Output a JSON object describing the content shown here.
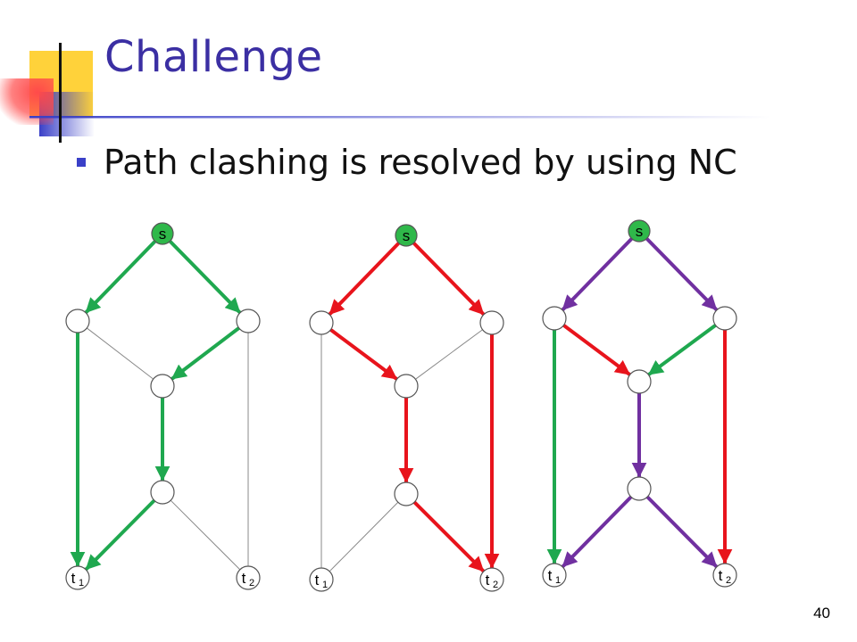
{
  "slide": {
    "title": "Challenge",
    "bullet": "Path clashing is resolved by using NC",
    "page_number": "40"
  },
  "colors": {
    "title": "#3b2fa3",
    "bullet": "#3a40c8",
    "green": "#1fa84f",
    "red": "#e8141c",
    "purple": "#7030a0",
    "plain": "#888888",
    "source_fill": "#2fb84a",
    "deco_yellow": "#ffd23a",
    "deco_red": "#ff4a4a",
    "deco_blue": "#3a40c8"
  },
  "labels": {
    "source": "s",
    "sink1_main": "t",
    "sink1_sub": "1",
    "sink2_main": "t",
    "sink2_sub": "2"
  },
  "diagrams": [
    {
      "id": "left",
      "edges": [
        {
          "from": "s",
          "to": "a",
          "color": "green",
          "arrow": true
        },
        {
          "from": "s",
          "to": "b",
          "color": "green",
          "arrow": true
        },
        {
          "from": "a",
          "to": "t1",
          "color": "green",
          "arrow": true
        },
        {
          "from": "a",
          "to": "c",
          "color": "plain",
          "arrow": false
        },
        {
          "from": "b",
          "to": "c",
          "color": "green",
          "arrow": true
        },
        {
          "from": "b",
          "to": "t2",
          "color": "plain",
          "arrow": false
        },
        {
          "from": "c",
          "to": "d",
          "color": "green",
          "arrow": true
        },
        {
          "from": "d",
          "to": "t1",
          "color": "green",
          "arrow": true
        },
        {
          "from": "d",
          "to": "t2",
          "color": "plain",
          "arrow": false
        }
      ]
    },
    {
      "id": "middle",
      "edges": [
        {
          "from": "s",
          "to": "a",
          "color": "red",
          "arrow": true
        },
        {
          "from": "s",
          "to": "b",
          "color": "red",
          "arrow": true
        },
        {
          "from": "a",
          "to": "t1",
          "color": "plain",
          "arrow": false
        },
        {
          "from": "a",
          "to": "c",
          "color": "red",
          "arrow": true
        },
        {
          "from": "b",
          "to": "c",
          "color": "plain",
          "arrow": false
        },
        {
          "from": "b",
          "to": "t2",
          "color": "red",
          "arrow": true
        },
        {
          "from": "c",
          "to": "d",
          "color": "red",
          "arrow": true
        },
        {
          "from": "d",
          "to": "t1",
          "color": "plain",
          "arrow": false
        },
        {
          "from": "d",
          "to": "t2",
          "color": "red",
          "arrow": true
        }
      ]
    },
    {
      "id": "right",
      "edges": [
        {
          "from": "s",
          "to": "a",
          "color": "purple",
          "arrow": true
        },
        {
          "from": "s",
          "to": "b",
          "color": "purple",
          "arrow": true
        },
        {
          "from": "a",
          "to": "t1",
          "color": "green",
          "arrow": true
        },
        {
          "from": "a",
          "to": "c",
          "color": "red",
          "arrow": true
        },
        {
          "from": "b",
          "to": "c",
          "color": "green",
          "arrow": true
        },
        {
          "from": "b",
          "to": "t2",
          "color": "red",
          "arrow": true
        },
        {
          "from": "c",
          "to": "d",
          "color": "purple",
          "arrow": true
        },
        {
          "from": "d",
          "to": "t1",
          "color": "purple",
          "arrow": true
        },
        {
          "from": "d",
          "to": "t2",
          "color": "purple",
          "arrow": true
        }
      ]
    }
  ]
}
